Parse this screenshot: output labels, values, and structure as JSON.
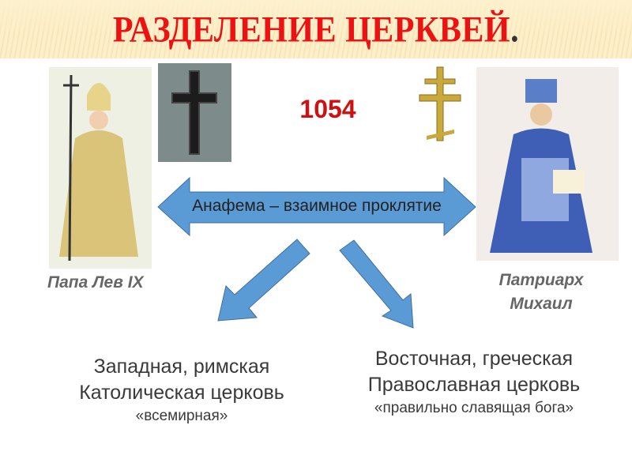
{
  "slide": {
    "title": "РАЗДЕЛЕНИЕ ЦЕРКВЕЙ",
    "title_dot": ".",
    "year": "1054",
    "arrow_label": "Анафема – взаимное проклятие",
    "left_caption": "Папа Лев IX",
    "right_caption_line1": "Патриарх",
    "right_caption_line2": "Михаил",
    "west": {
      "line1": "Западная, римская",
      "line2": "Католическая церковь",
      "line3": "«всемирная»"
    },
    "east": {
      "line1": "Восточная, греческая",
      "line2": "Православная церковь",
      "line3": "«правильно славящая бога»"
    },
    "colors": {
      "title": "#ee1111",
      "arrow": "#5b9bd5",
      "year": "#d01010"
    }
  }
}
